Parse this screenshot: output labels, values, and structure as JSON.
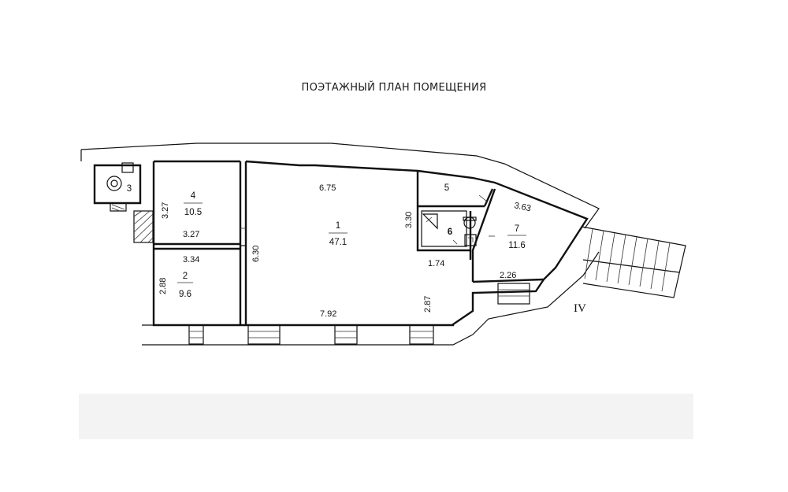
{
  "title": "ПОЭТАЖНЫЙ ПЛАН ПОМЕЩЕНИЯ",
  "rooms": [
    {
      "number": "1",
      "area": "47.1"
    },
    {
      "number": "2",
      "area": "9.6"
    },
    {
      "number": "3"
    },
    {
      "number": "4",
      "area": "10.5"
    },
    {
      "number": "5"
    },
    {
      "number": "6"
    },
    {
      "number": "7",
      "area": "11.6"
    }
  ],
  "dimensions": {
    "room4_height": "3.27",
    "room4_width": "3.27",
    "room2_width": "3.34",
    "room2_height": "2.88",
    "room1_top": "6.75",
    "room1_side": "6.30",
    "room1_bottom": "7.92",
    "room1_right": "2.87",
    "room5_height": "3.30",
    "room6_width": "1.74",
    "room7_top": "3.63",
    "room7_bottom": "2.26"
  },
  "section_mark": "IV"
}
